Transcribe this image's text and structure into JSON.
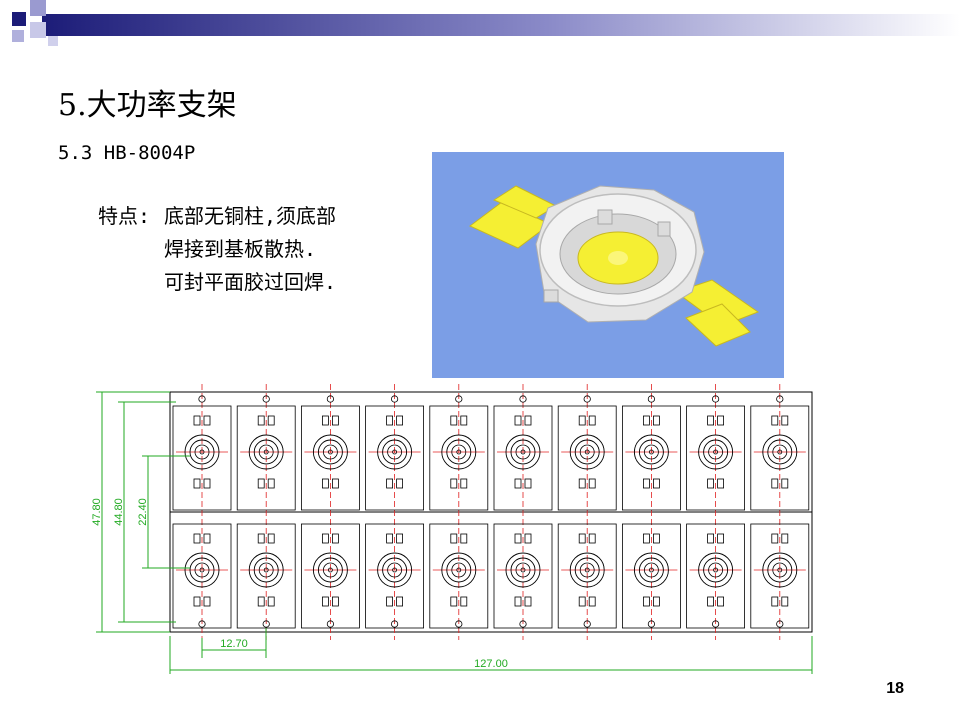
{
  "slide": {
    "title": "5.大功率支架",
    "subtitle": "5.3 HB-8004P",
    "features": {
      "label": "特点:",
      "lines": [
        "底部无铜柱,须底部",
        "焊接到基板散热.",
        "可封平面胶过回焊."
      ]
    },
    "page_number": "18"
  },
  "drawing": {
    "dimensions": {
      "total_height": "47.80",
      "inner_height": "44.80",
      "unit_height": "22.40",
      "pitch": "12.70",
      "total_width": "127.00"
    },
    "columns": 10,
    "rows": 2
  },
  "colors": {
    "banner_dark": "#1c1c78",
    "photo_background": "#7b9ee6",
    "pad_yellow": "#f5ef33",
    "dimension_green": "#22aa22",
    "centerline_red": "#e02020"
  }
}
